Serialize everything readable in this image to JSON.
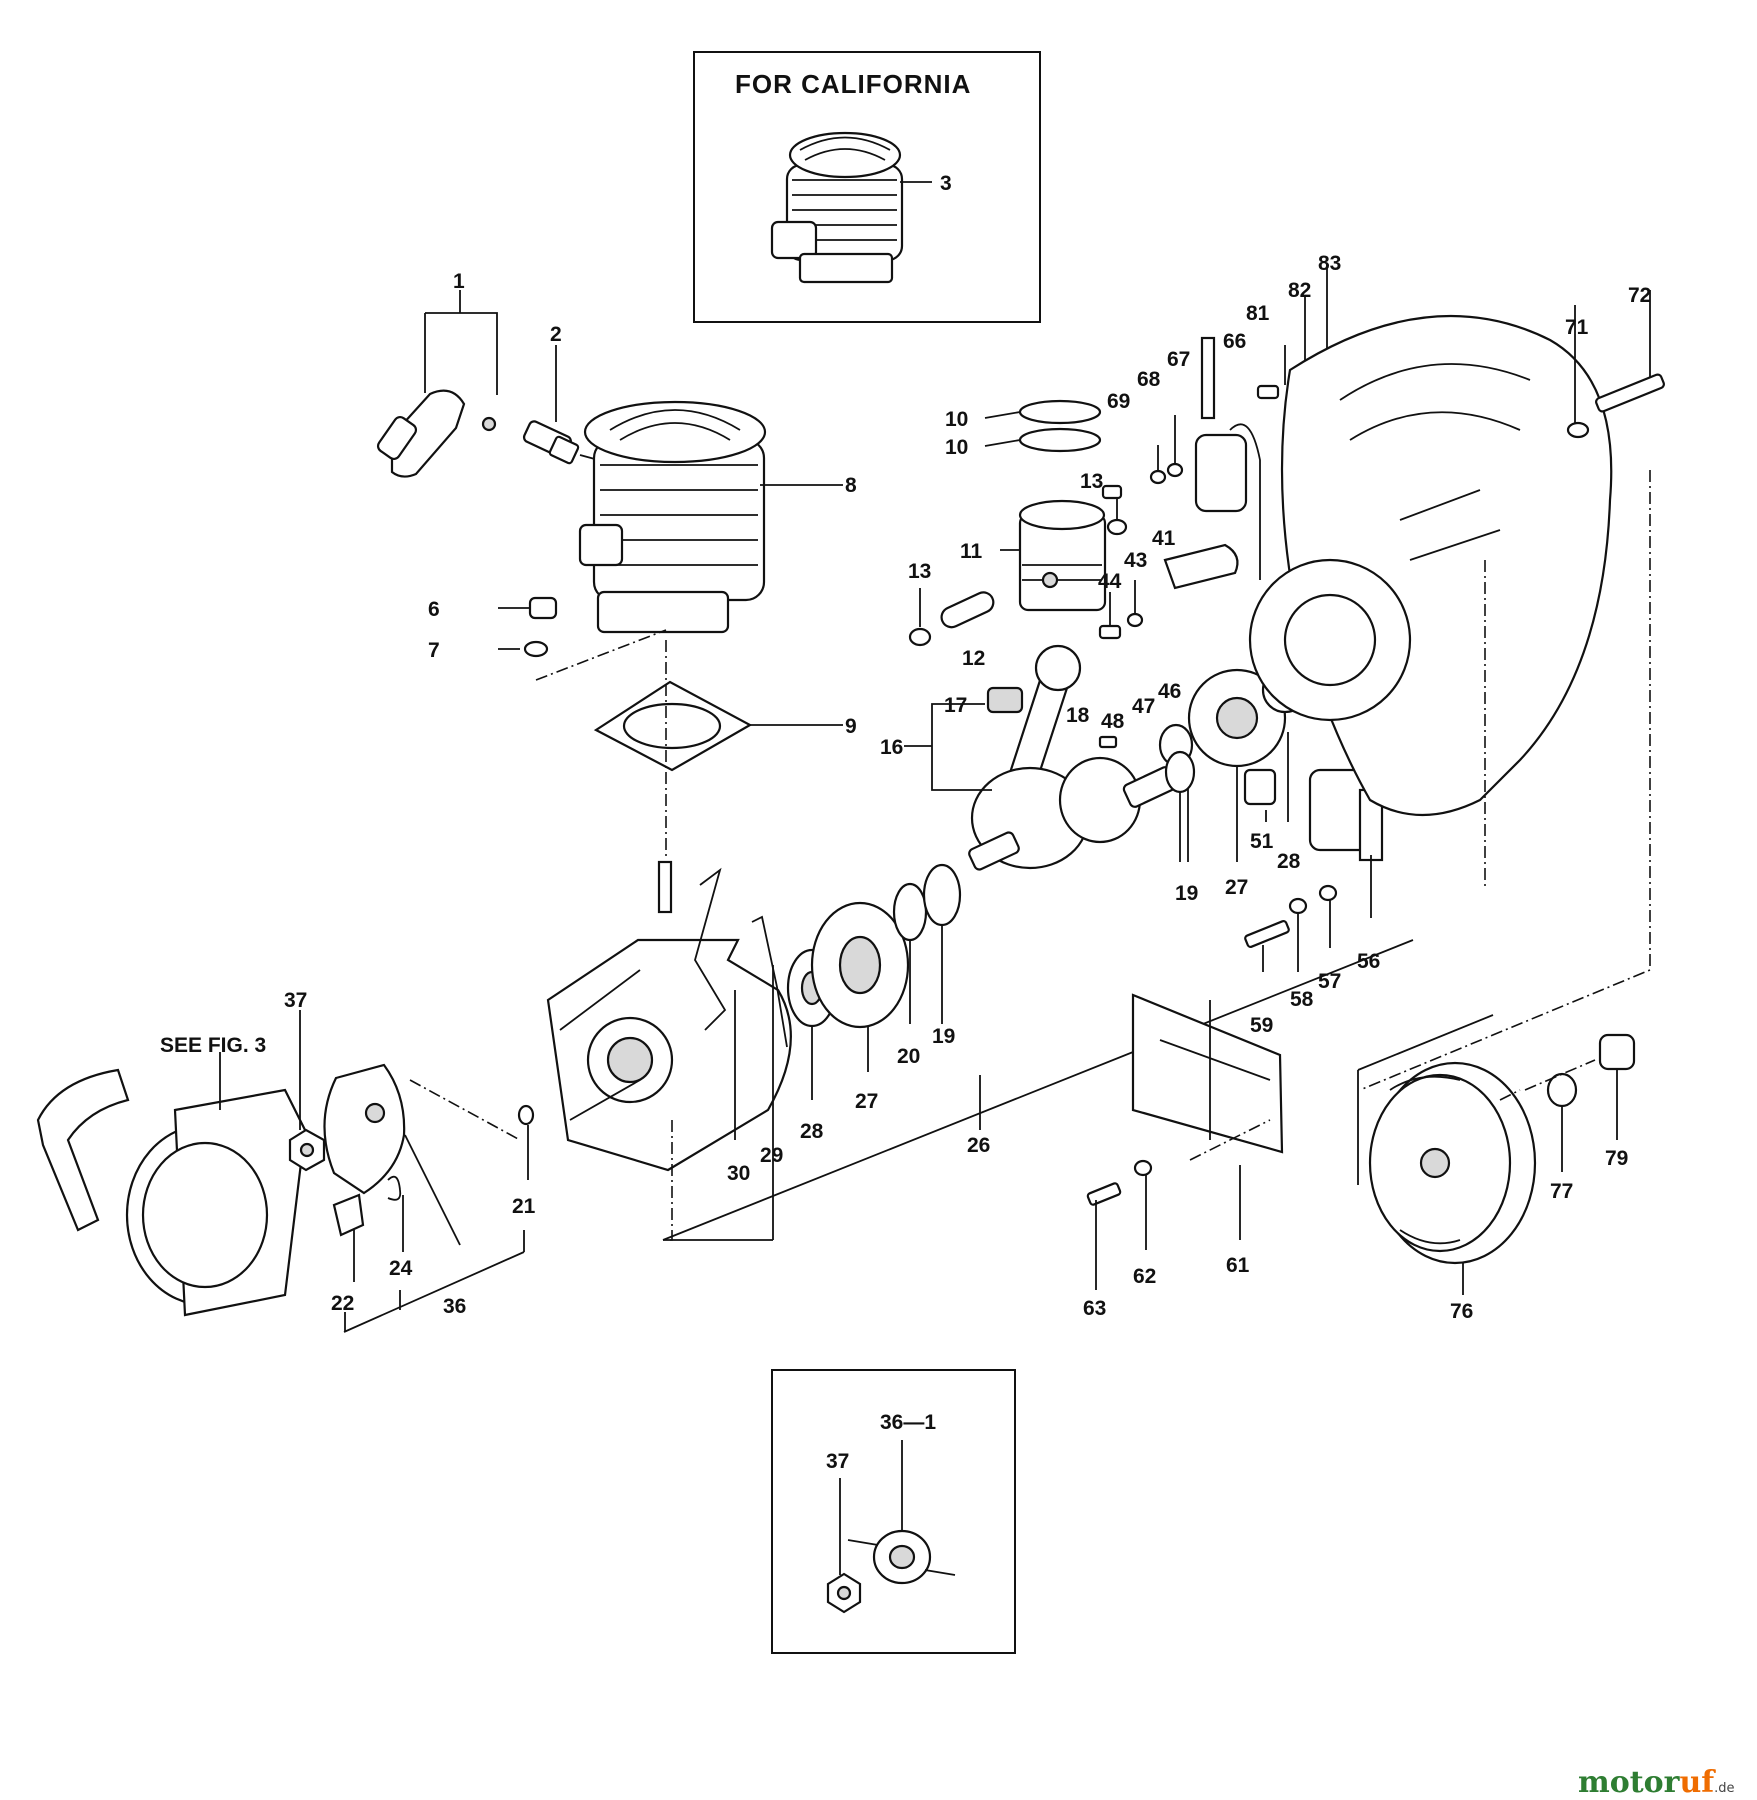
{
  "inset_california": {
    "title": "FOR CALIFORNIA",
    "callout": "3"
  },
  "inset_bottom": {
    "callout_a": "36—1",
    "callout_b": "37"
  },
  "note_see_fig": "SEE FIG. 3",
  "watermark": {
    "part1": "motor",
    "part2": "uf",
    "suffix": ".de"
  },
  "callouts": [
    "1",
    "2",
    "8",
    "6",
    "7",
    "9",
    "10",
    "10",
    "11",
    "13",
    "13",
    "12",
    "16",
    "17",
    "18",
    "48",
    "47",
    "46",
    "44",
    "43",
    "41",
    "69",
    "68",
    "67",
    "66",
    "81",
    "82",
    "83",
    "71",
    "72",
    "19",
    "27",
    "51",
    "28",
    "56",
    "57",
    "58",
    "59",
    "20",
    "19",
    "27",
    "28",
    "29",
    "30",
    "26",
    "21",
    "24",
    "22",
    "36",
    "37",
    "61",
    "62",
    "63",
    "76",
    "77",
    "79"
  ]
}
